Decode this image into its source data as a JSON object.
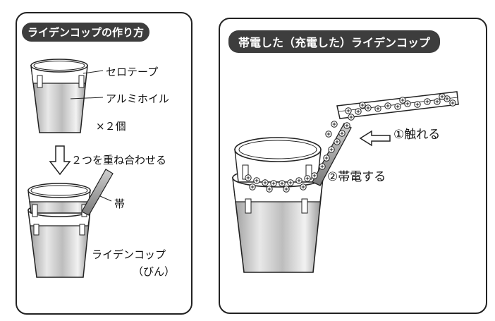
{
  "left_panel": {
    "title": "ライデンコップの作り方",
    "label_tape": "セロテープ",
    "label_foil": "アルミホイル",
    "label_count": "×２個",
    "label_step": "２つを重ね合わせる",
    "label_strip": "帯",
    "label_result": "ライデンコップ",
    "label_result_sub": "（びん）"
  },
  "right_panel": {
    "title": "帯電した（充電した）ライデンコップ",
    "label_touch": "①触れる",
    "label_charge": "②帯電する"
  },
  "colors": {
    "title_bg": "#3d3d3d",
    "title_text": "#ffffff",
    "outline": "#222222"
  }
}
